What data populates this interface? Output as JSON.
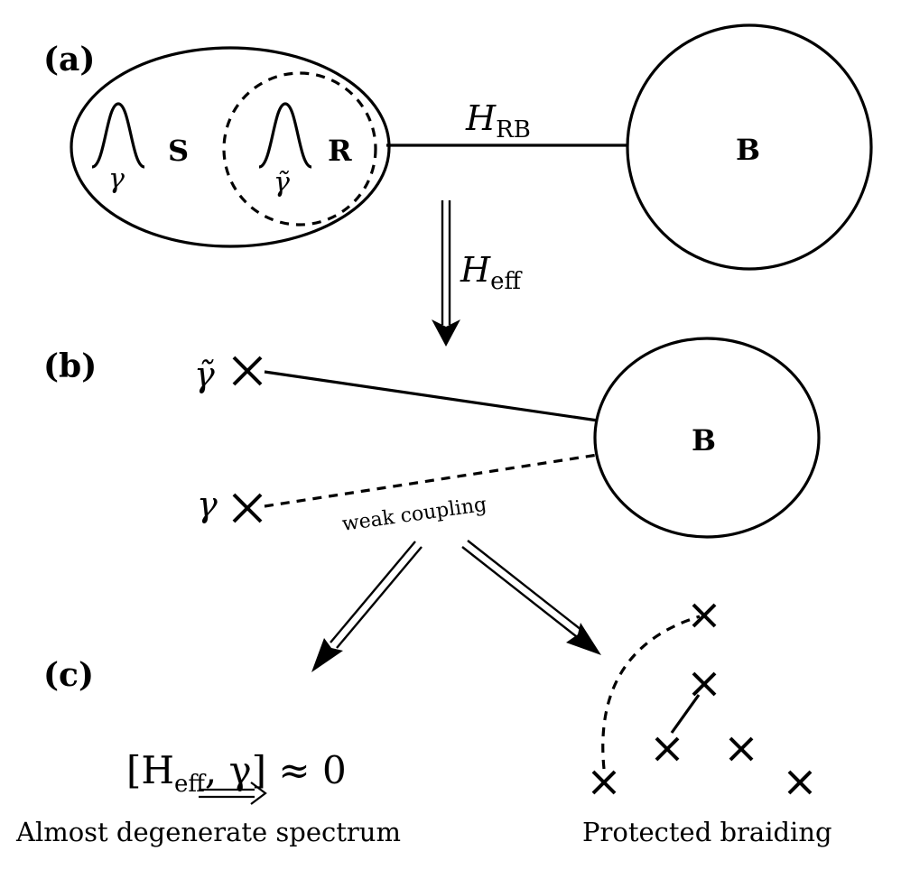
{
  "panels": {
    "a": "(a)",
    "b": "(b)",
    "c": "(c)"
  },
  "nodes": {
    "S": "S",
    "R": "R",
    "B_top": "B",
    "B_mid": "B"
  },
  "symbols": {
    "gamma": "γ",
    "gamma_tilde": "γ̃"
  },
  "edges": {
    "coupling_label": "H",
    "coupling_sub": "RB",
    "effective_label": "H",
    "effective_sub": "eff",
    "weak_coupling": "weak coupling"
  },
  "outcomes": {
    "commutator_prefix": "[H",
    "commutator_sub": "eff",
    "commutator_suffix": ", γ] ≈ 0",
    "degenerate": "Almost degenerate spectrum",
    "braiding": "Protected braiding"
  }
}
